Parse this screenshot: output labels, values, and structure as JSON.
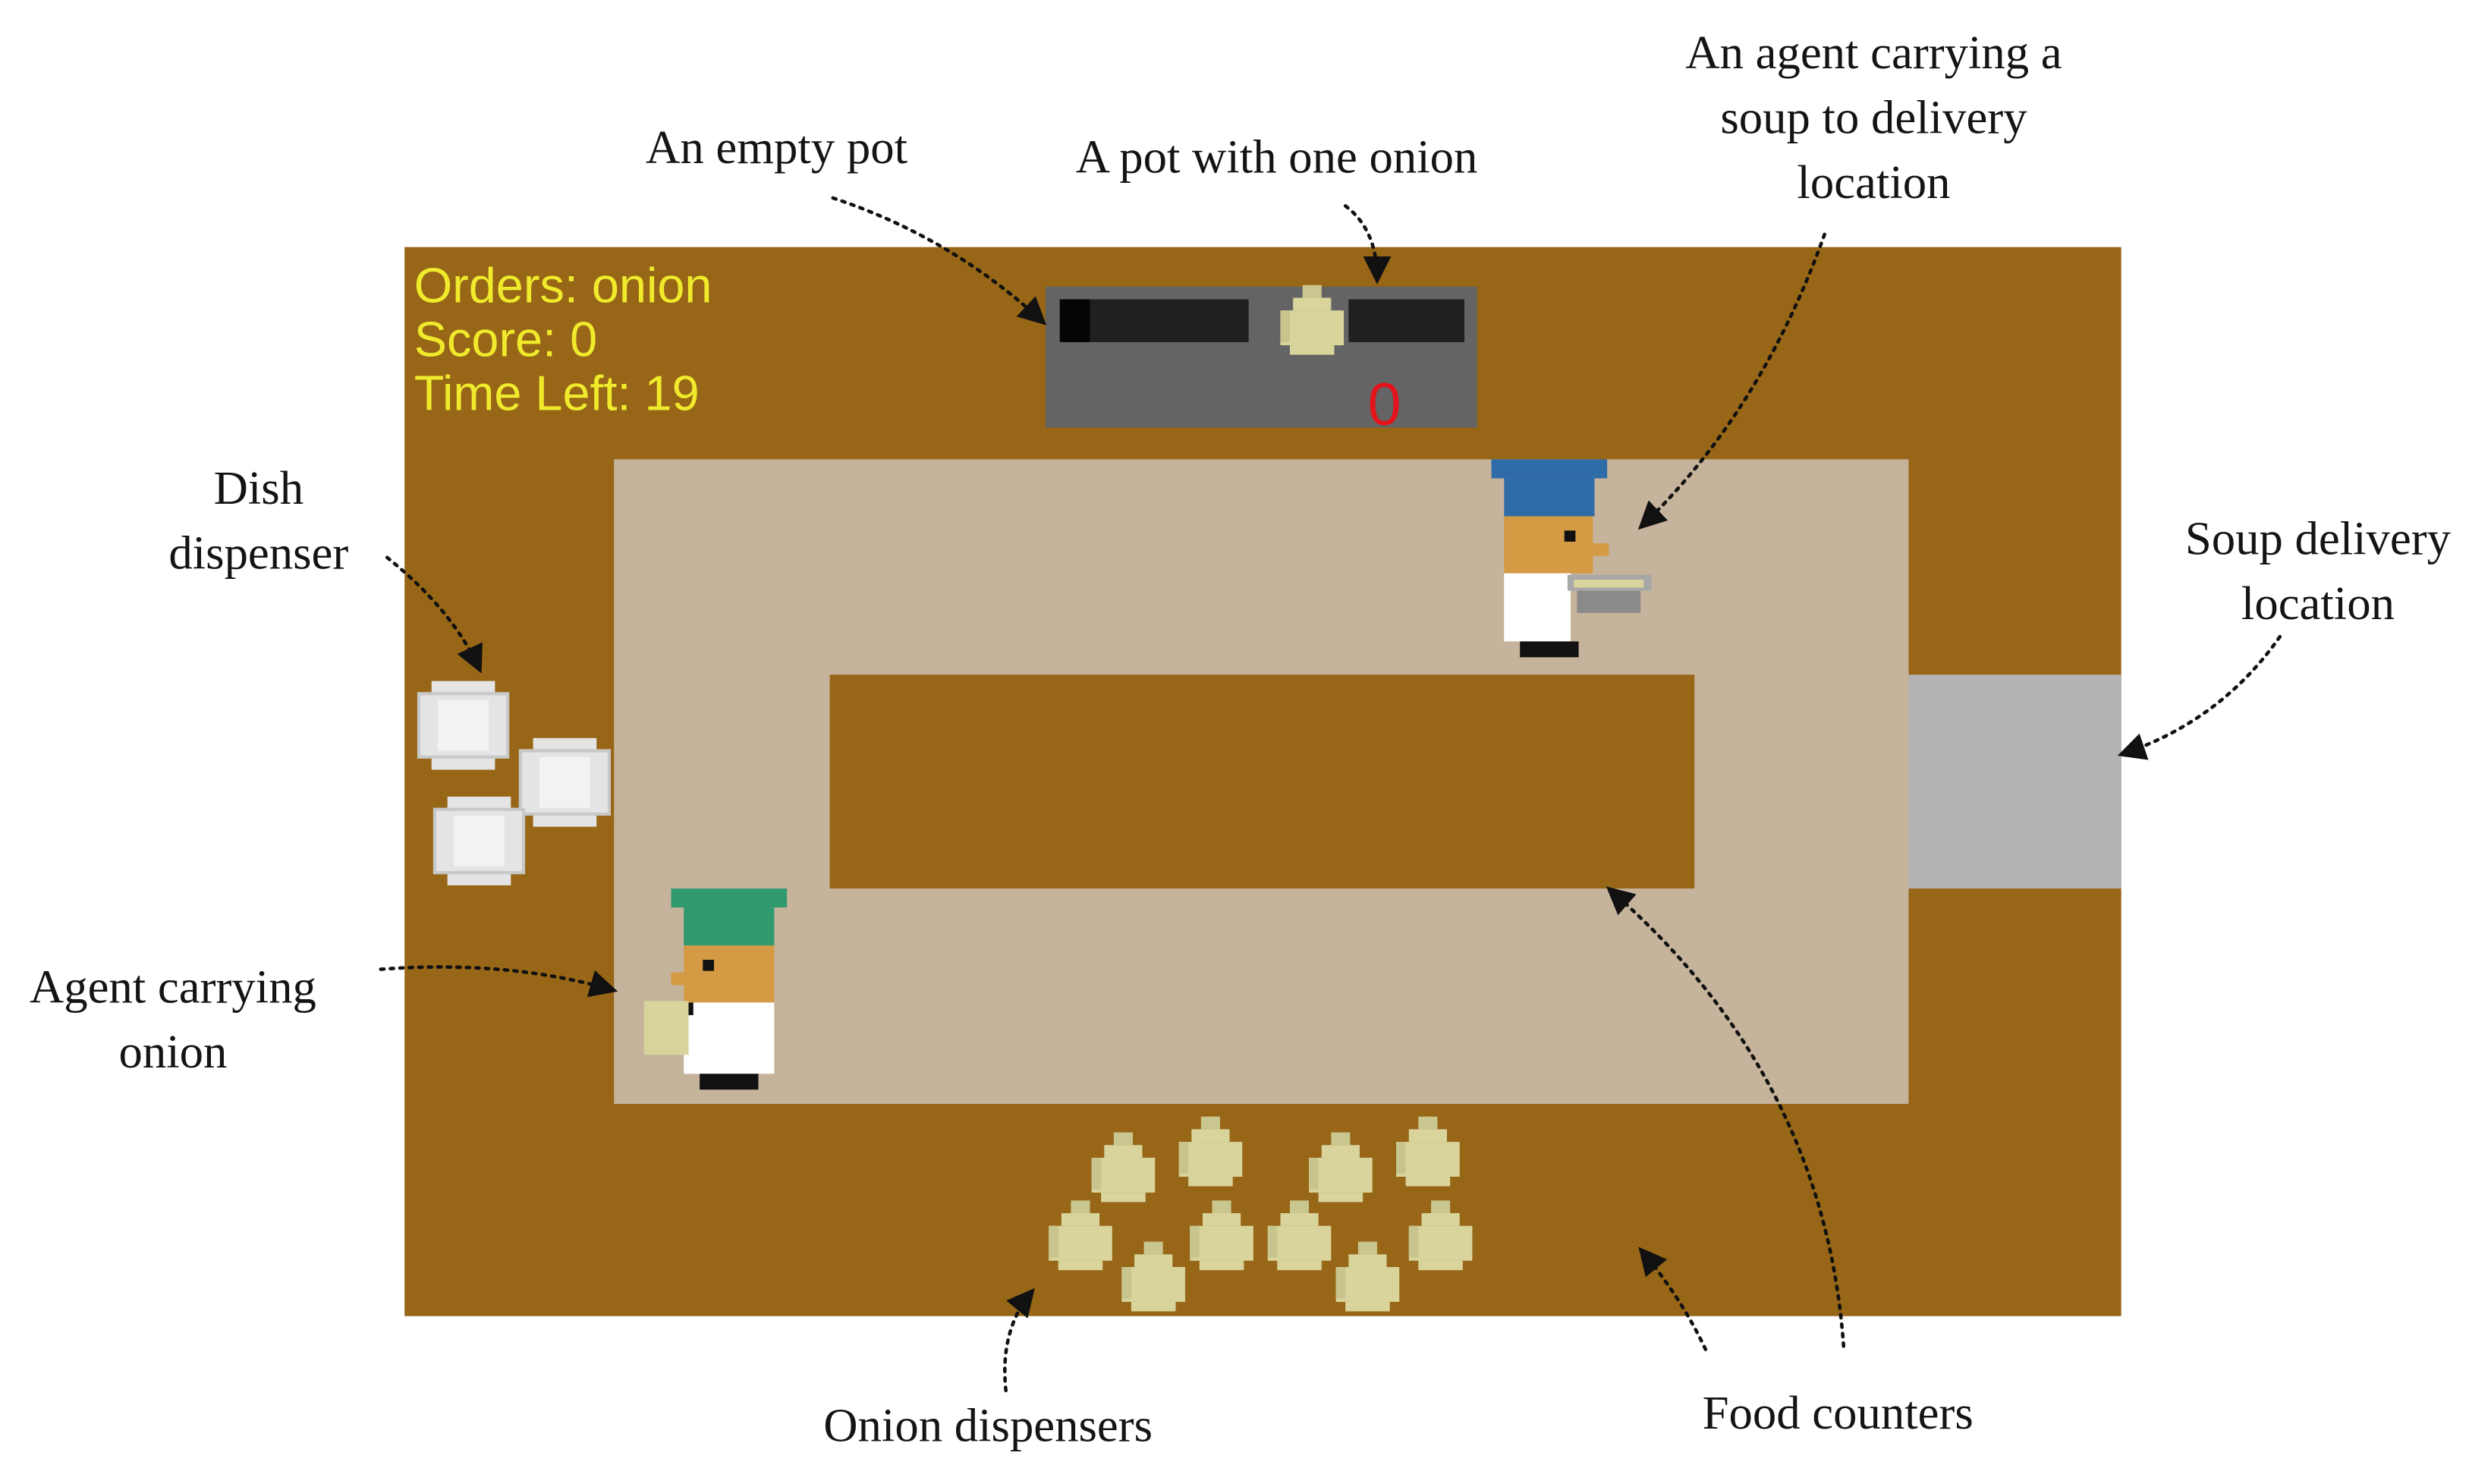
{
  "hud": {
    "orders": "Orders: onion",
    "score": "Score: 0",
    "time_left": "Time Left: 19"
  },
  "pot": {
    "cooking_count": "0"
  },
  "annotations": {
    "empty_pot": "An empty pot",
    "pot_one_onion": "A pot with one onion",
    "agent_soup": [
      "An agent carrying a",
      "soup to delivery",
      "location"
    ],
    "dish_dispenser": [
      "Dish",
      "dispenser"
    ],
    "soup_delivery": [
      "Soup delivery",
      "location"
    ],
    "agent_onion": [
      "Agent carrying",
      "onion"
    ],
    "onion_dispensers": "Onion dispensers",
    "food_counters": "Food counters"
  },
  "colors": {
    "counter_brown": "#976617",
    "floor_tan": "#c6b39c",
    "pot_grey": "#646464",
    "delivery_grey": "#b3b3b3",
    "hud_yellow": "#f0ea2c",
    "chef_blue_hat": "#2f6ca7",
    "chef_green_hat": "#2f9a6d",
    "onion": "#d8d49c"
  }
}
